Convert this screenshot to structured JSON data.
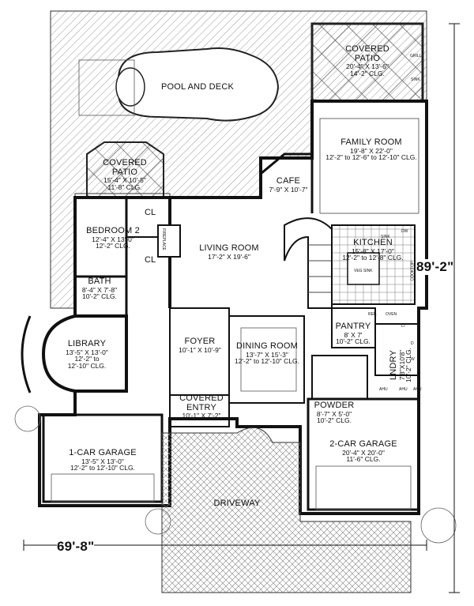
{
  "rooms": {
    "covered_patio_top": {
      "name": "COVERED",
      "name2": "PATIO",
      "dim": "20'-4\" X 13'-6\"",
      "clg": "14'-2\" CLG."
    },
    "pool": {
      "name": "POOL AND DECK"
    },
    "family_room": {
      "name": "FAMILY ROOM",
      "dim": "19'-8\" X 22'-0\"",
      "clg": "12'-2\" to 12'-6\" to 12'-10\" CLG."
    },
    "covered_patio_left": {
      "name": "COVERED",
      "name2": "PATIO",
      "dim": "15'-4\" X 10'-5\"",
      "clg": "11'-8\" CLG."
    },
    "cafe": {
      "name": "CAFE",
      "dim": "7'-9\" X 10'-7\""
    },
    "bedroom2": {
      "name": "BEDROOM 2",
      "dim": "12'-4\" X 13'-0\"",
      "clg": "12'-2\" CLG."
    },
    "living_room": {
      "name": "LIVING ROOM",
      "dim": "17'-2\" X 19'-6\""
    },
    "kitchen": {
      "name": "KITCHEN",
      "dim": "15'-8\" X 17'-0\"",
      "clg": "12'-2\" to 12'-8\" CLG."
    },
    "bath": {
      "name": "BATH",
      "dim": "8'-4\" X 7'-8\"",
      "clg": "10'-2\" CLG."
    },
    "pantry": {
      "name": "PANTRY",
      "dim": "8' X 7'",
      "clg": "10'-2\" CLG."
    },
    "library": {
      "name": "LIBRARY",
      "dim": "13'-5\" X 13'-0\"",
      "clg": "12'-2\" to",
      "clg2": "12'-10\" CLG."
    },
    "foyer": {
      "name": "FOYER",
      "dim": "10'-1\" X 10'-9\""
    },
    "dining_room": {
      "name": "DINING ROOM",
      "dim": "13'-7\" X 15'-3\"",
      "clg": "12'-2\" to 12'-10\" CLG."
    },
    "laundry": {
      "name": "LNDRY",
      "dim": "7'8\"X10'8\"",
      "clg": "10'-2\" CLG."
    },
    "covered_entry": {
      "name": "COVERED",
      "name2": "ENTRY",
      "dim": "10'-1\" X 7'-2\""
    },
    "powder": {
      "name": "POWDER",
      "dim": "8'-7\" X 5'-0\"",
      "clg": "10'-2\" CLG."
    },
    "garage1": {
      "name": "1-CAR GARAGE",
      "dim": "13'-5\" X 13'-0\"",
      "clg": "12'-2\" to 12'-10\" CLG."
    },
    "garage2": {
      "name": "2-CAR GARAGE",
      "dim": "20'-4\" X 20'-0\"",
      "clg": "11'-6\" CLG."
    },
    "driveway": {
      "name": "DRIVEWAY"
    }
  },
  "closets": {
    "cl1": "CL",
    "cl2": "CL"
  },
  "small_labels": {
    "fireplace": "FIREPLACE",
    "grill": "GRILL",
    "sink_patio": "SINK",
    "sink": "SINK",
    "dw": "DW",
    "ref": "REF.",
    "oven": "OVEN",
    "veg_sink": "VEG SINK",
    "cooktop": "COOKTOP",
    "lt": "LT",
    "d": "D",
    "w": "W",
    "ahu1": "AHU",
    "ahu2": "AHU",
    "ahu3": "AHU"
  },
  "dimensions": {
    "depth": "89'-2\"",
    "width": "69'-8\""
  }
}
